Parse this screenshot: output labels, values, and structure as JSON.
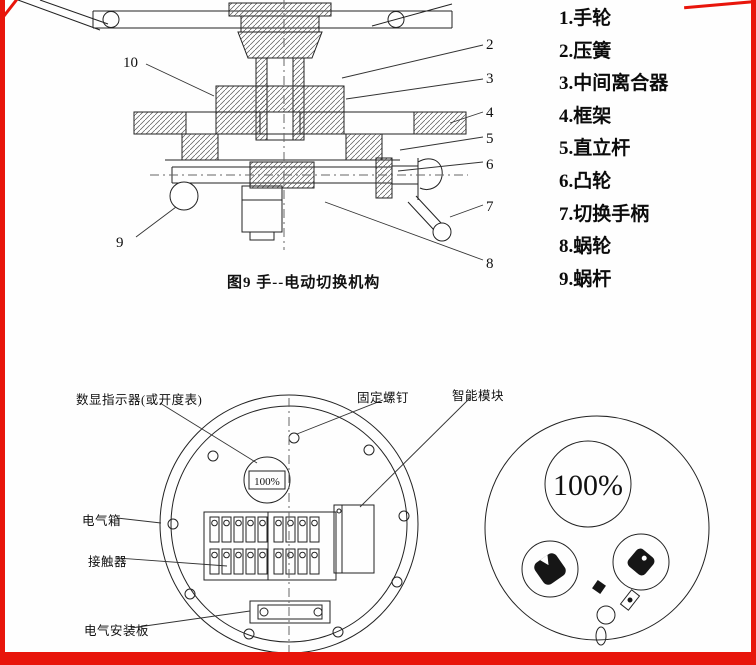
{
  "page": {
    "background": "#fefefe",
    "border_red": "#e8150b"
  },
  "figure9": {
    "caption": "图9  手--电动切换机构",
    "legend": [
      "1.手轮",
      "2.压簧",
      "3.中间离合器",
      "4.框架",
      "5.直立杆",
      "6.凸轮",
      "7.切换手柄",
      "8.蜗轮",
      "9.蜗杆"
    ],
    "callouts": {
      "c2": "2",
      "c3": "3",
      "c4": "4",
      "c5": "5",
      "c6": "6",
      "c7": "7",
      "c8": "8",
      "c9": "9",
      "c10": "10"
    }
  },
  "electrical_box": {
    "labels": {
      "indicator": "数显指示器(或开度表)",
      "screw": "固定螺钉",
      "module": "智能模块",
      "box": "电气箱",
      "contactor": "接触器",
      "plate": "电气安装板"
    },
    "display_value": "100%"
  },
  "dial": {
    "value": "100%"
  }
}
